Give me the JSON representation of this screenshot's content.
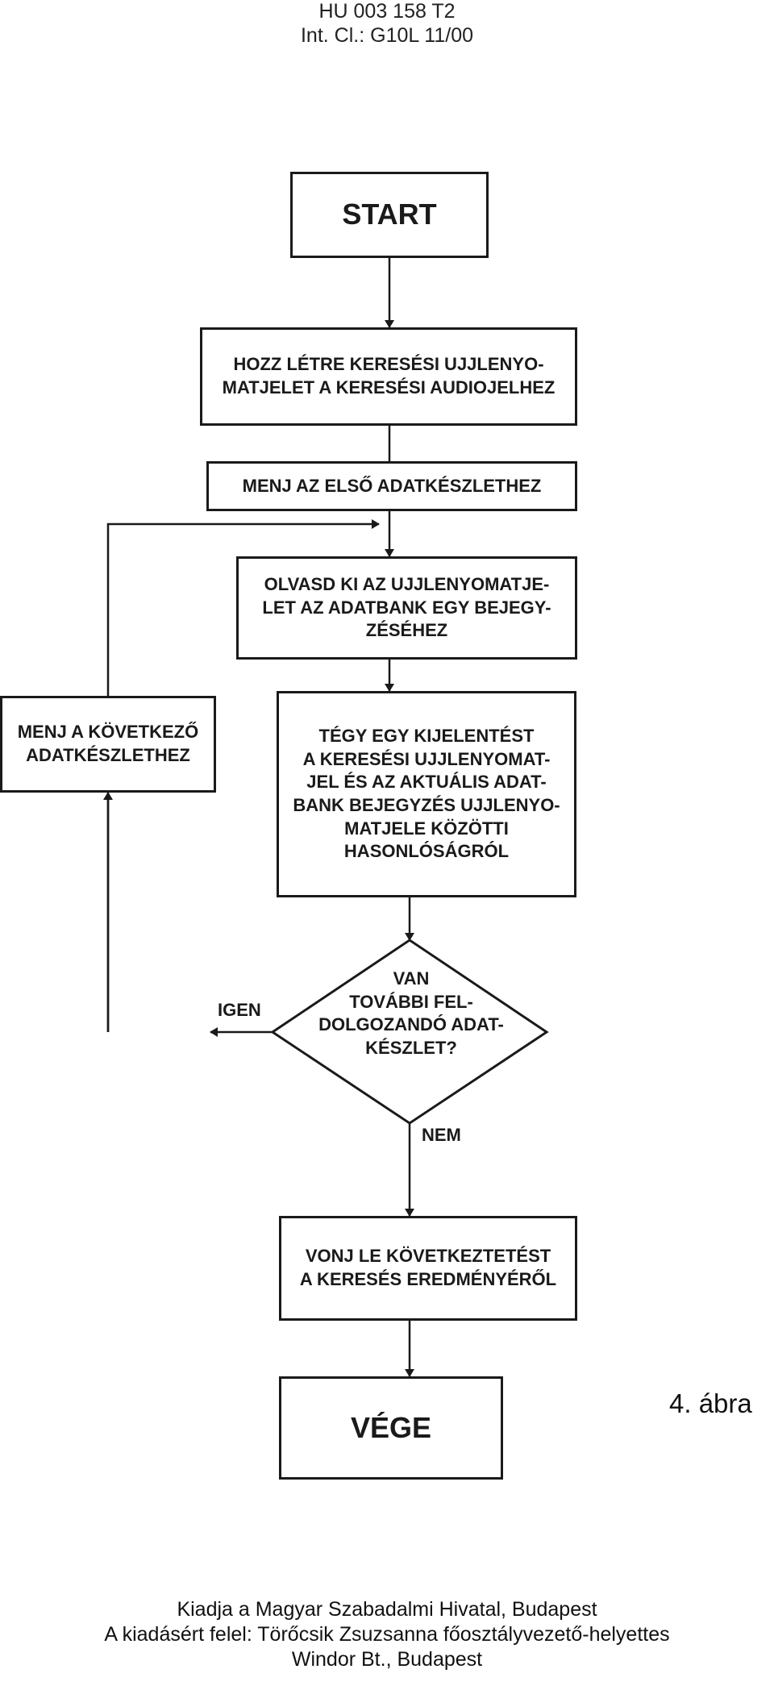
{
  "header": {
    "patent_number": "HU 003 158 T2",
    "classification": "Int. Cl.: G10L 11/00"
  },
  "flowchart": {
    "start": "START",
    "step_create_fingerprint": "HOZZ LÉTRE KERESÉSI UJJLENYO-\nMATJELET A KERESÉSI AUDIOJELHEZ",
    "step_first_dataset": "MENJ AZ ELSŐ ADATKÉSZLETHEZ",
    "step_read_fingerprint": "OLVASD KI AZ UJJLENYOMATJE-\nLET AZ ADATBANK EGY BEJEGY-\nZÉSÉHEZ",
    "step_compare": "TÉGY EGY KIJELENTÉST\nA KERESÉSI UJJLENYOMAT-\nJEL ÉS AZ AKTUÁLIS ADAT-\nBANK BEJEGYZÉS UJJLENYO-\nMATJELE KÖZÖTTI\nHASONLÓSÁGRÓL",
    "step_next_dataset": "MENJ A KÖVETKEZŐ\nADATKÉSZLETHEZ",
    "decision": "VAN\nTOVÁBBI FEL-\nDOLGOZANDÓ ADAT-\nKÉSZLET?",
    "label_yes": "IGEN",
    "label_no": "NEM",
    "step_conclude": "VONJ LE KÖVETKEZTETÉST\nA KERESÉS EREDMÉNYÉRŐL",
    "end": "VÉGE"
  },
  "figure_label": "4. ábra",
  "footer": {
    "line1": "Kiadja a Magyar Szabadalmi Hivatal, Budapest",
    "line2": "A kiadásért felel: Törőcsik Zsuzsanna főosztályvezető-helyettes",
    "line3": "Windor Bt., Budapest"
  }
}
